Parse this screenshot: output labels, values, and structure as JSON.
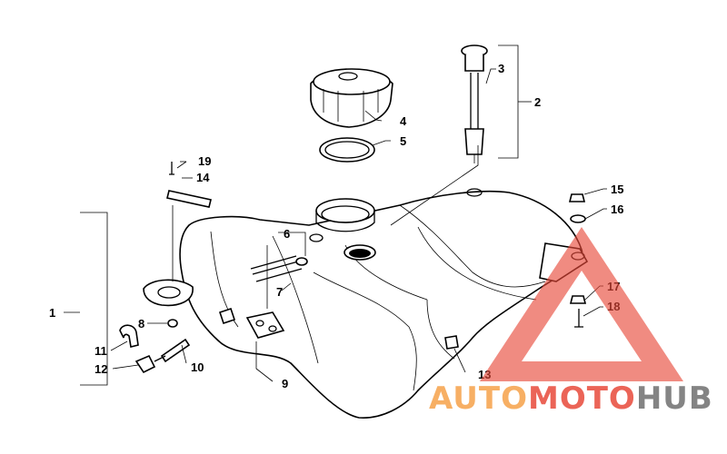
{
  "callouts": [
    {
      "label": "1"
    },
    {
      "label": "2"
    },
    {
      "label": "3"
    },
    {
      "label": "4"
    },
    {
      "label": "5"
    },
    {
      "label": "6"
    },
    {
      "label": "7"
    },
    {
      "label": "8"
    },
    {
      "label": "9"
    },
    {
      "label": "10"
    },
    {
      "label": "11"
    },
    {
      "label": "12"
    },
    {
      "label": "13"
    },
    {
      "label": "14"
    },
    {
      "label": "15"
    },
    {
      "label": "16"
    },
    {
      "label": "17"
    },
    {
      "label": "18"
    },
    {
      "label": "19"
    }
  ],
  "watermark": {
    "part1": "AUTO",
    "part2": "MOTO",
    "part3": "HUB",
    "colors": {
      "auto": "#f6a24a",
      "moto": "#e84a3a",
      "hub": "#6f6f6f",
      "triangle": "#e84a3a"
    }
  }
}
